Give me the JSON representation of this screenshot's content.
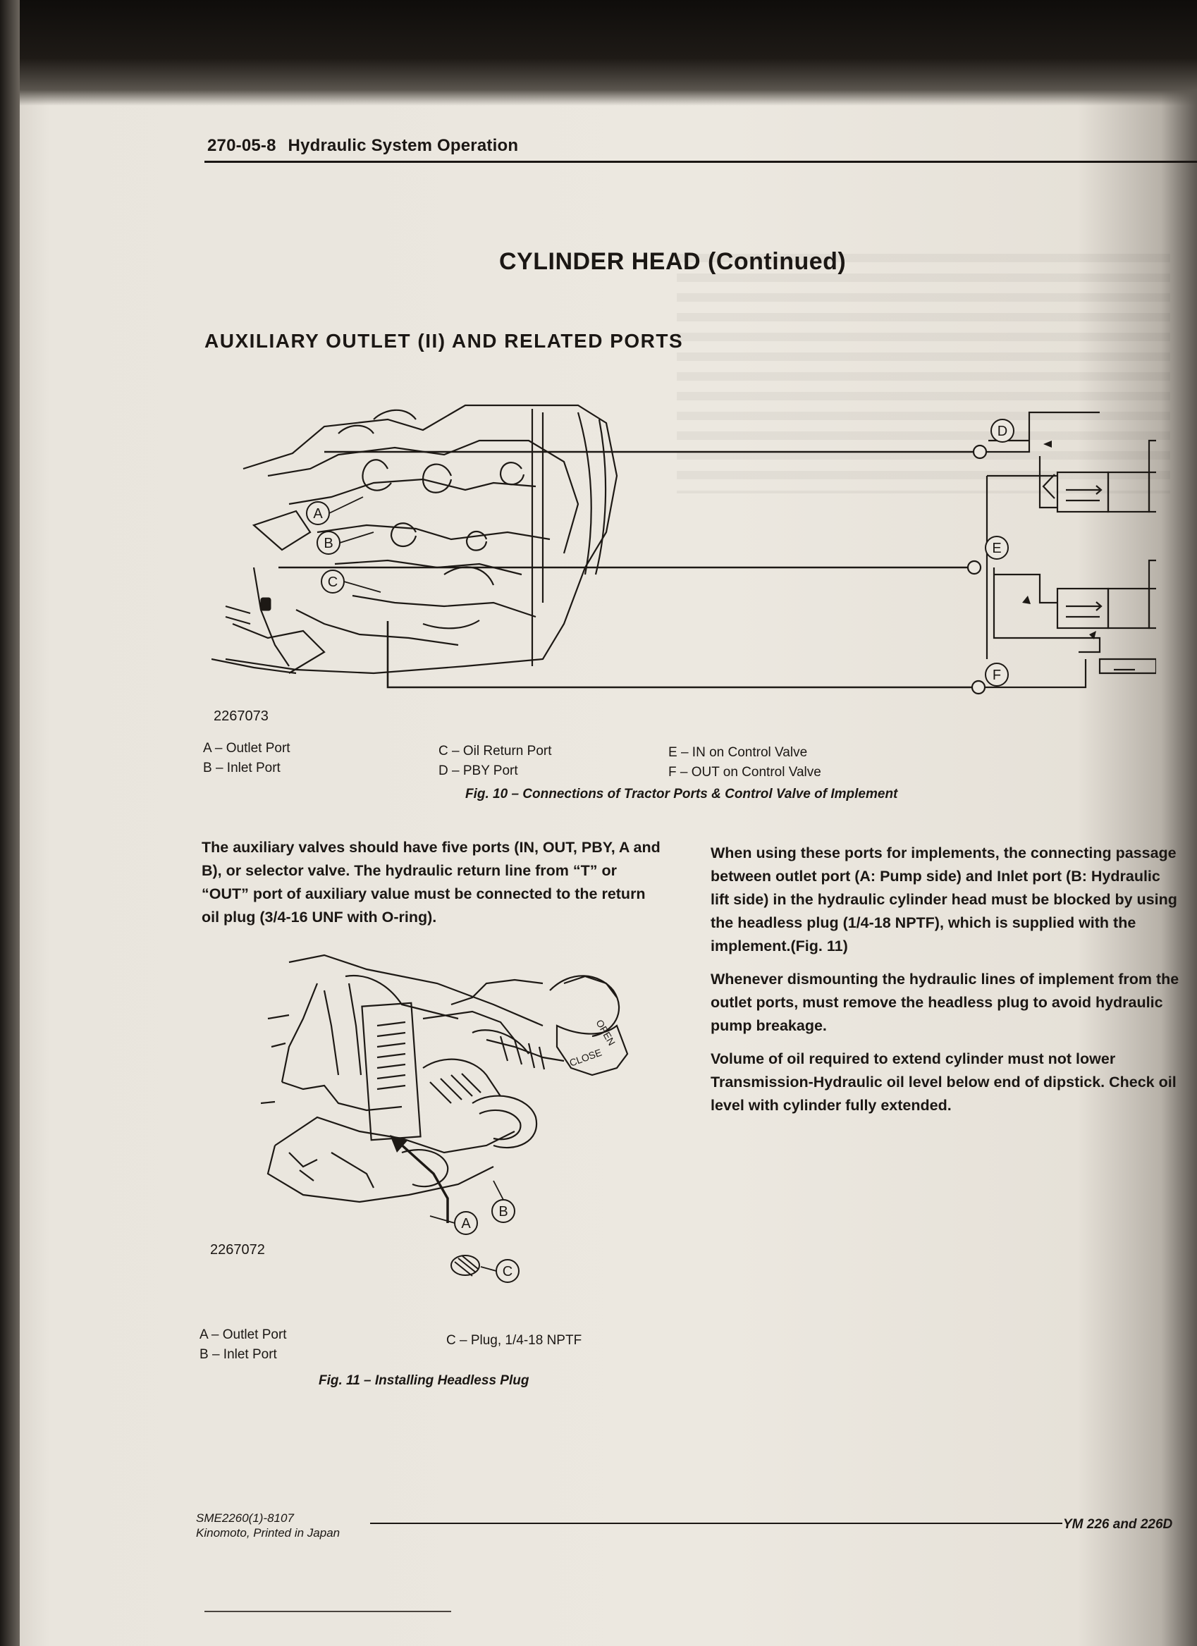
{
  "header": {
    "section_number": "270-05-8",
    "section_title": "Hydraulic System Operation"
  },
  "title": "CYLINDER HEAD (Continued)",
  "subtitle": "AUXILIARY OUTLET (II) AND RELATED PORTS",
  "figure10": {
    "id": "2267073",
    "callouts": [
      "A",
      "B",
      "C",
      "D",
      "E",
      "F"
    ],
    "legend": {
      "col1": [
        "A – Outlet Port",
        "B – Inlet Port"
      ],
      "col2": [
        "C – Oil Return Port",
        "D – PBY Port"
      ],
      "col3": [
        "E – IN on Control Valve",
        "F – OUT on Control Valve"
      ]
    },
    "caption": "Fig. 10 – Connections of Tractor Ports & Control Valve of Implement"
  },
  "paragraph_left": "The auxiliary valves should have five ports (IN, OUT, PBY, A and B), or selector valve. The hydraulic return line from “T” or “OUT” port of auxiliary value must be connected to the return oil plug (3/4-16 UNF with O-ring).",
  "paragraphs_right": [
    "When using these ports for implements, the connecting passage between outlet port (A: Pump side) and Inlet port (B: Hydraulic lift side) in the hydraulic cylinder head must be blocked by using the headless plug (1/4-18 NPTF), which is supplied with the implement.(Fig. 11)",
    "Whenever dismounting the hydraulic lines of implement from the outlet ports, must remove the headless plug to avoid hydraulic pump breakage.",
    "Volume of oil required to extend cylinder must not lower Transmission-Hydraulic oil level below end of dipstick. Check oil level with cylinder fully extended."
  ],
  "figure11": {
    "id": "2267072",
    "callouts": [
      "A",
      "B",
      "C"
    ],
    "valve_markings": [
      "OPEN",
      "CLOSE"
    ],
    "legend": {
      "col1": [
        "A – Outlet Port",
        "B – Inlet Port"
      ],
      "col2": [
        "C – Plug, 1/4-18 NPTF"
      ]
    },
    "caption": "Fig. 11 – Installing Headless Plug"
  },
  "footer": {
    "code": "SME2260(1)-8107",
    "printed": "Kinomoto, Printed in Japan",
    "model": "YM 226 and 226D"
  },
  "colors": {
    "ink": "#1b1714",
    "paper": "#ece8e0"
  }
}
